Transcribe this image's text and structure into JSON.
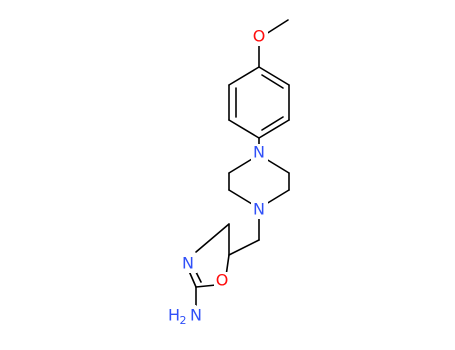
{
  "molecule": {
    "atoms": {
      "o_methoxy": {
        "label": "O",
        "color": "#ff0d0d"
      },
      "n_piperazine_top": {
        "label": "N",
        "color": "#3050f8"
      },
      "n_piperazine_bottom": {
        "label": "N",
        "color": "#3050f8"
      },
      "n_oxazoline": {
        "label": "N",
        "color": "#3050f8"
      },
      "o_oxazoline": {
        "label": "O",
        "color": "#ff0d0d"
      },
      "amine": {
        "label": "H",
        "subscript": "2",
        "suffix": "N",
        "color": "#3050f8"
      }
    },
    "bond_color": "#000000"
  }
}
